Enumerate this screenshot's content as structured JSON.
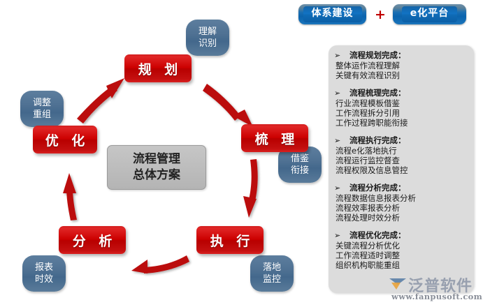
{
  "header": {
    "pill_left": "体系建设",
    "plus": "+",
    "pill_right": "e化平台"
  },
  "cycle": {
    "center": {
      "line1": "流程管理",
      "line2": "总体方案"
    },
    "stages": [
      {
        "label": "规 划"
      },
      {
        "label": "梳 理"
      },
      {
        "label": "执 行"
      },
      {
        "label": "分 析"
      },
      {
        "label": "优 化"
      }
    ],
    "satellites": [
      {
        "line1": "理解",
        "line2": "识别"
      },
      {
        "line1": "借鉴",
        "line2": "衔接"
      },
      {
        "line1": "落地",
        "line2": "监控"
      },
      {
        "line1": "报表",
        "line2": "时效"
      },
      {
        "line1": "调整",
        "line2": "重组"
      }
    ]
  },
  "info_panel": {
    "bullet": "➢",
    "groups": [
      {
        "title": "流程规划完成：",
        "lines": [
          "整体运作流程理解",
          "关键有效流程识别"
        ]
      },
      {
        "title": "流程梳理完成：",
        "lines": [
          "行业流程模板借鉴",
          "工作流程拆分引用",
          "工作过程跨职能衔接"
        ]
      },
      {
        "title": "流程执行完成：",
        "lines": [
          "流程e化落地执行",
          "流程运行监控督查",
          "流程权限及信息管控"
        ]
      },
      {
        "title": "流程分析完成：",
        "lines": [
          "流程数据信息报表分析",
          "流程效率报表分析",
          "流程处理时效分析"
        ]
      },
      {
        "title": "流程优化完成：",
        "lines": [
          "关键流程分析优化",
          "工作流程适时调整",
          "组织机构职能重组"
        ]
      }
    ]
  },
  "watermark": {
    "brand": "泛普软件",
    "url": "www.fanpusoft.com"
  },
  "colors": {
    "red": "#c40000",
    "blue_pill": "#0f6ab5",
    "blue_satellite": "#4f7193",
    "panel_bg": "#dcdcdc",
    "center_bg": "#bdbdbd"
  }
}
